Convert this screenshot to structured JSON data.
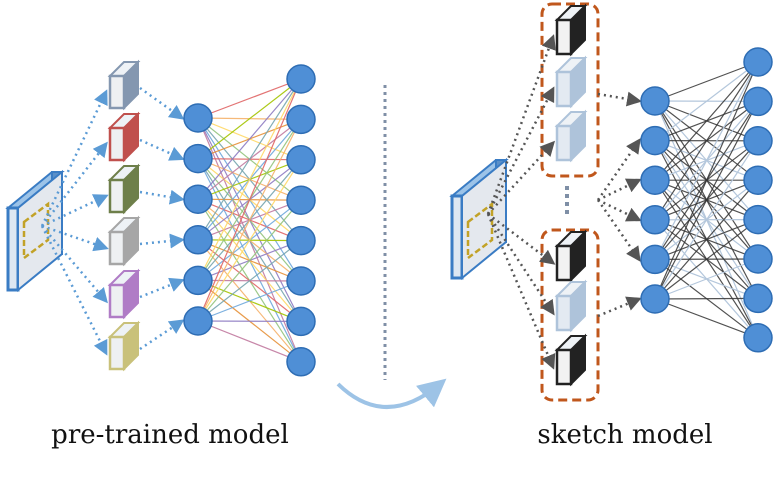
{
  "captions": {
    "left": "pre-trained model",
    "right": "sketch model"
  },
  "colors": {
    "node_fill": "#4F8FD6",
    "node_stroke": "#2E6DB4",
    "input_blue": "#3A7CC4",
    "kernel_box": "#C2A227",
    "dashed_arrow_blue": "#5B9BD5",
    "dashed_arrow_dark": "#555555",
    "group_frame": "#C0571C",
    "divider": "#7F8FA6",
    "curve_arrow": "#9DC3E6",
    "left_filter_colors": [
      "#8497B0",
      "#C0504D",
      "#6E7F4A",
      "#A6A6A6",
      "#B07CC6",
      "#C9C17A"
    ],
    "right_filter_styles": [
      "dark",
      "light",
      "light",
      "dark",
      "light",
      "dark"
    ]
  },
  "network": {
    "left_hidden_nodes": 6,
    "left_output_nodes": 8,
    "right_hidden_nodes": 6,
    "right_output_nodes": 8
  }
}
